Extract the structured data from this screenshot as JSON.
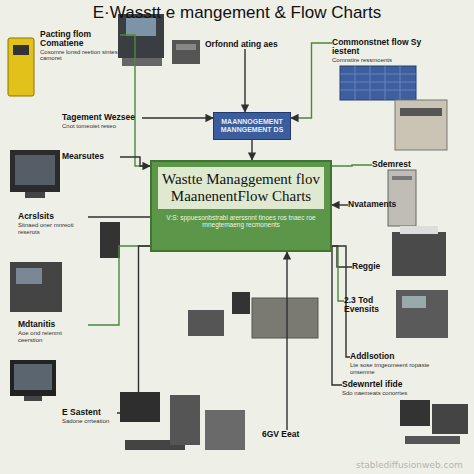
{
  "diagram": {
    "title": "E·Wasstt e mangement & Flow Charts",
    "nodes": [
      {
        "text": [
          "Pacting flom Comatiene",
          "Cosomre lonsd reetion sintes camoret"
        ]
      },
      {
        "text": [
          "Orfonnd ating aes"
        ]
      },
      {
        "text": [
          "Commonstnet flow Sy iestent",
          "Comnstire ressmoents"
        ]
      },
      {
        "text": [
          "MAANNOGEMENT MANNGEMENT DS"
        ]
      },
      {
        "text": [
          "Wastte Managgement flov MaanenentFlow Charts",
          "V:S: sppuesonbstrabi arerssnnt tinoes ros tnaec roe rnnegtemaeng recmonents"
        ]
      },
      {
        "text": [
          "Tagement Wezsee",
          "Cnot tomeoiet reseo"
        ]
      },
      {
        "text": [
          "Mearsutes"
        ]
      },
      {
        "text": [
          "Sdemrest"
        ]
      },
      {
        "text": [
          "Nvataments"
        ]
      },
      {
        "text": [
          "Acrslsits",
          "Sitnaed oner mnreoti reserots"
        ]
      },
      {
        "text": [
          "Reggie"
        ]
      },
      {
        "text": [
          "2.3 Tod Evensits"
        ]
      },
      {
        "text": [
          "Mdtanitis",
          "Aoe ond reienmt ceerstion"
        ]
      },
      {
        "text": [
          "Addlsotion",
          "Lte sose tmgeomeent ropaste onsemne"
        ]
      },
      {
        "text": [
          "6GV Eeat"
        ]
      },
      {
        "text": [
          "Sdewnrtel ifide",
          "Sdo naemeats conorrtes"
        ]
      },
      {
        "text": [
          "E Sastent",
          "Sadone crrteation"
        ]
      }
    ],
    "edges": [
      {
        "from": 1,
        "to": 3,
        "arrow": "to"
      },
      {
        "from": 2,
        "to": 3,
        "arrow": "to"
      },
      {
        "from": 5,
        "to": 3,
        "arrow": "to"
      },
      {
        "from": 3,
        "to": 4,
        "arrow": "to"
      },
      {
        "from": 0,
        "to": 4,
        "arrow": "none"
      },
      {
        "from": 6,
        "to": 4,
        "arrow": "to"
      },
      {
        "from": 9,
        "to": 4,
        "arrow": "none"
      },
      {
        "from": 12,
        "to": 4,
        "arrow": "none"
      },
      {
        "from": 16,
        "to": 4,
        "arrow": "none"
      },
      {
        "from": 14,
        "to": 4,
        "arrow": "to"
      },
      {
        "from": 7,
        "to": 4,
        "arrow": "none"
      },
      {
        "from": 8,
        "to": 4,
        "arrow": "to"
      },
      {
        "from": 10,
        "to": 4,
        "arrow": "none"
      },
      {
        "from": 11,
        "to": 4,
        "arrow": "none"
      },
      {
        "from": 13,
        "to": 4,
        "arrow": "none"
      },
      {
        "from": 15,
        "to": 4,
        "arrow": "none"
      }
    ],
    "labels": [
      "stablediffusionweb.com"
    ]
  }
}
